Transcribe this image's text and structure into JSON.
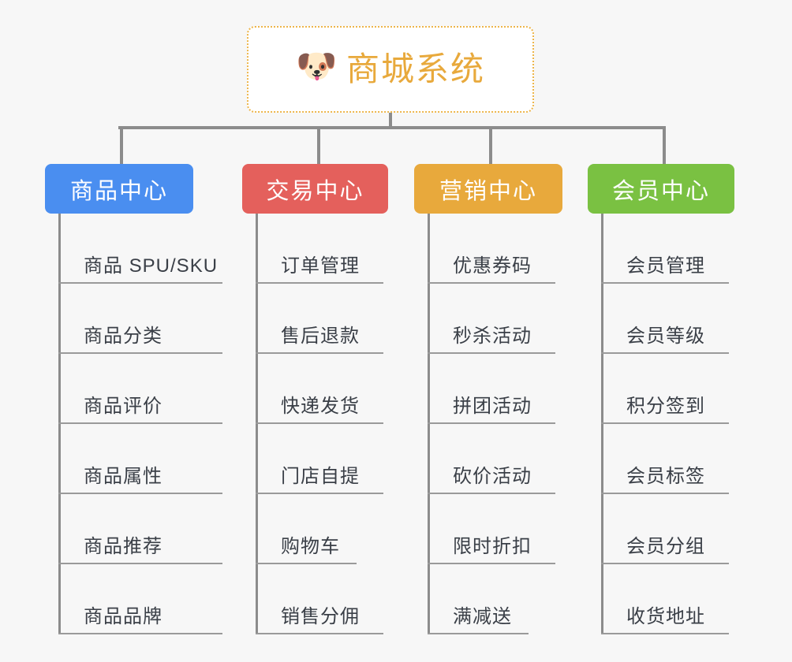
{
  "root": {
    "icon": "shiba-dog-face-emoji",
    "icon_glyph": "🐶",
    "title": "商城系统",
    "title_color": "#e8a93c",
    "border_color": "#edb54a",
    "background": "#ffffff"
  },
  "canvas": {
    "background": "#f7f7f7",
    "connector_color": "#8c8c8c",
    "leaf_rule_color": "#9a9a9a",
    "leaf_text_color": "#3a3f47"
  },
  "columns": [
    {
      "id": "product-center",
      "header": "商品中心",
      "color": "#4a8ef0",
      "items": [
        "商品 SPU/SKU",
        "商品分类",
        "商品评价",
        "商品属性",
        "商品推荐",
        "商品品牌"
      ]
    },
    {
      "id": "trade-center",
      "header": "交易中心",
      "color": "#e4605c",
      "items": [
        "订单管理",
        "售后退款",
        "快递发货",
        "门店自提",
        "购物车",
        "销售分佣"
      ]
    },
    {
      "id": "marketing-center",
      "header": "营销中心",
      "color": "#e8a93c",
      "items": [
        "优惠券码",
        "秒杀活动",
        "拼团活动",
        "砍价活动",
        "限时折扣",
        "满减送"
      ]
    },
    {
      "id": "member-center",
      "header": "会员中心",
      "color": "#7ac142",
      "items": [
        "会员管理",
        "会员等级",
        "积分签到",
        "会员标签",
        "会员分组",
        "收货地址"
      ]
    }
  ]
}
